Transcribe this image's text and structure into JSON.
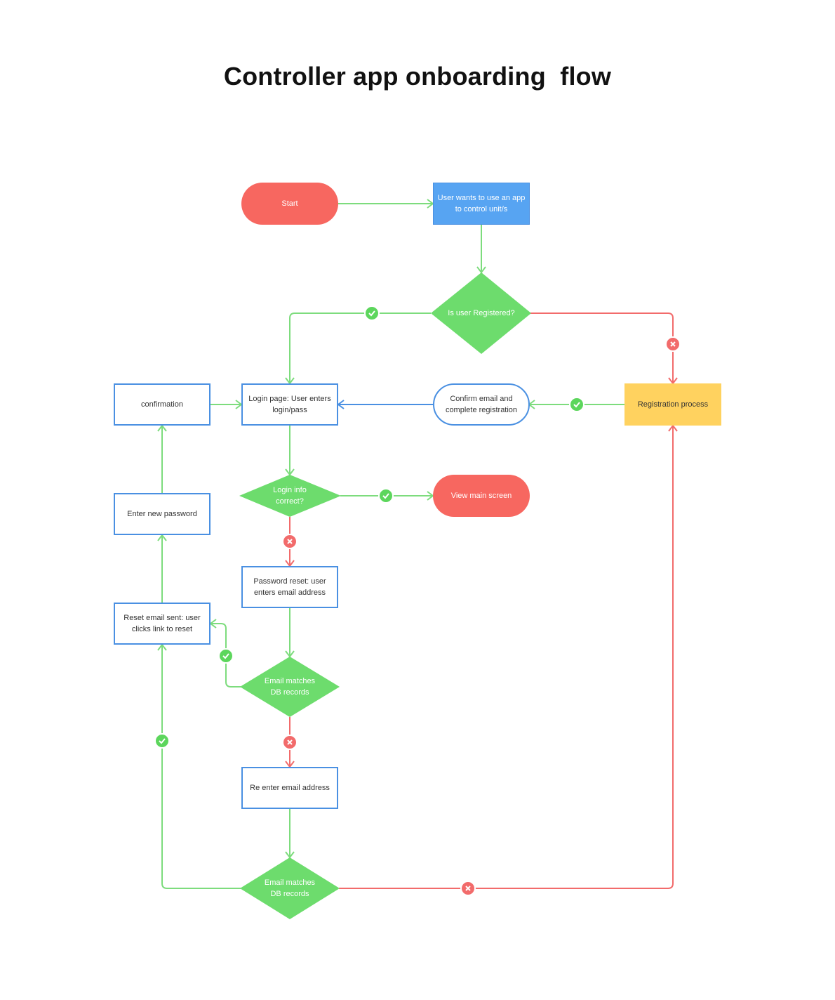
{
  "title": "Controller app onboarding  flow",
  "colors": {
    "yes_line": "#7ddc7d",
    "no_line": "#f26b6b",
    "link_line": "#4a90e2",
    "diamond": "#6ddc6d",
    "start_pill": "#f76760",
    "user_box": "#57a4f2",
    "registration_box": "#ffd25f",
    "box_border": "#4a90e2"
  },
  "nodes": {
    "start": "Start",
    "user_wants": "User wants to use an app to control unit/s",
    "is_registered": "Is user Registered?",
    "confirmation": "confirmation",
    "login_page": "Login page: User enters login/pass",
    "confirm_email": "Confirm email and complete registration",
    "registration": "Registration process",
    "login_correct": "Login info correct?",
    "view_main": "View main screen",
    "enter_new_password": "Enter new password",
    "password_reset": "Password reset: user enters email address",
    "reset_email_sent": "Reset email sent: user clicks link to reset",
    "email_matches_1": "Email matches DB records",
    "reenter_email": "Re enter email address",
    "email_matches_2": "Email matches DB records"
  },
  "markers": {
    "yes_icon": "check-icon",
    "no_icon": "cross-icon"
  }
}
